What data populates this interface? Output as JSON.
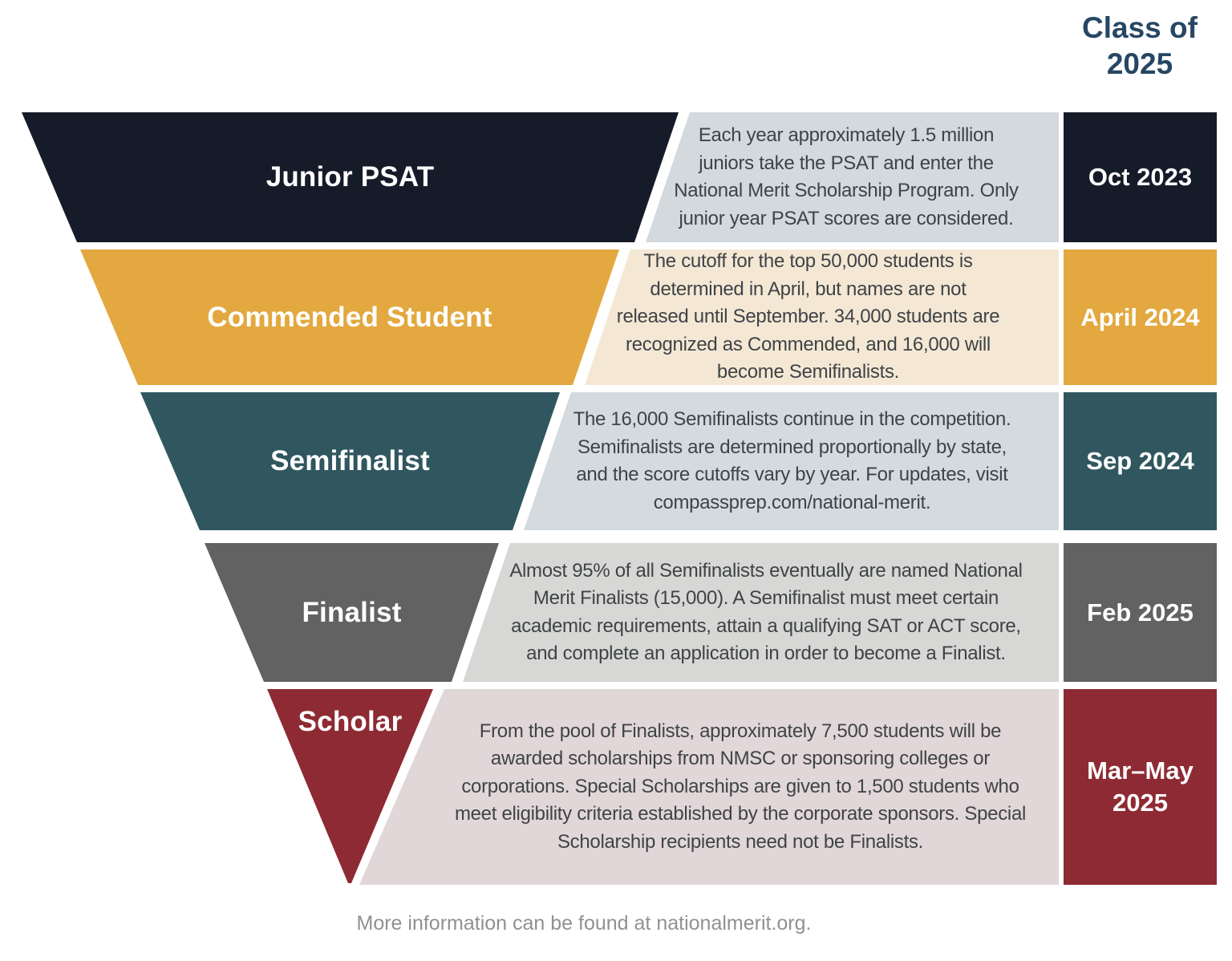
{
  "header": {
    "title": "Class of\n2025"
  },
  "stages": [
    {
      "label": "Junior PSAT",
      "date": "Oct 2023",
      "description": "Each year approximately 1.5 million\njuniors take the PSAT and enter the\nNational Merit Scholarship Program. Only\njunior year PSAT scores are considered.",
      "color": "#161b29",
      "desc_bg": "#d3d9dc"
    },
    {
      "label": "Commended Student",
      "date": "April 2024",
      "description": "The cutoff for the top 50,000 students is\ndetermined in April, but names are not\nreleased until September. 34,000 students are\nrecognized as Commended, and 16,000 will\nbecome Semifinalists.",
      "color": "#e3a83f",
      "desc_bg": "#f4e8d5"
    },
    {
      "label": "Semifinalist",
      "date": "Sep 2024",
      "description": "The 16,000 Semifinalists continue in the competition.\nSemifinalists are determined proportionally by state,\nand the score cutoffs vary by year. For updates, visit\ncompassprep.com/national-merit.",
      "color": "#30575f",
      "desc_bg": "#d4dadd"
    },
    {
      "label": "Finalist",
      "date": "Feb 2025",
      "description": "Almost 95% of all Semifinalists eventually are named National\nMerit Finalists (15,000). A Semifinalist must meet certain\nacademic requirements, attain a qualifying SAT or ACT score,\nand complete an application in order to become a Finalist.",
      "color": "#616261",
      "desc_bg": "#d7d7d5"
    },
    {
      "label": "Scholar",
      "date": "Mar–May\n2025",
      "description": "From the pool of Finalists, approximately 7,500 students will be\nawarded scholarships from NMSC or sponsoring colleges or\ncorporations. Special Scholarships are given to 1,500 students who\nmeet eligibility criteria established by the corporate sponsors. Special\nScholarship recipients need not be Finalists.",
      "color": "#8e2a33",
      "desc_bg": "#e1d7d8"
    }
  ],
  "footer": {
    "text": "More information can be found at nationalmerit.org."
  },
  "colors": {
    "header_text": "#264763",
    "desc_text": "#3f4347",
    "footer_text": "#8f9193",
    "label_text": "#ffffff",
    "date_text": "#ffffff",
    "background": "#ffffff"
  }
}
